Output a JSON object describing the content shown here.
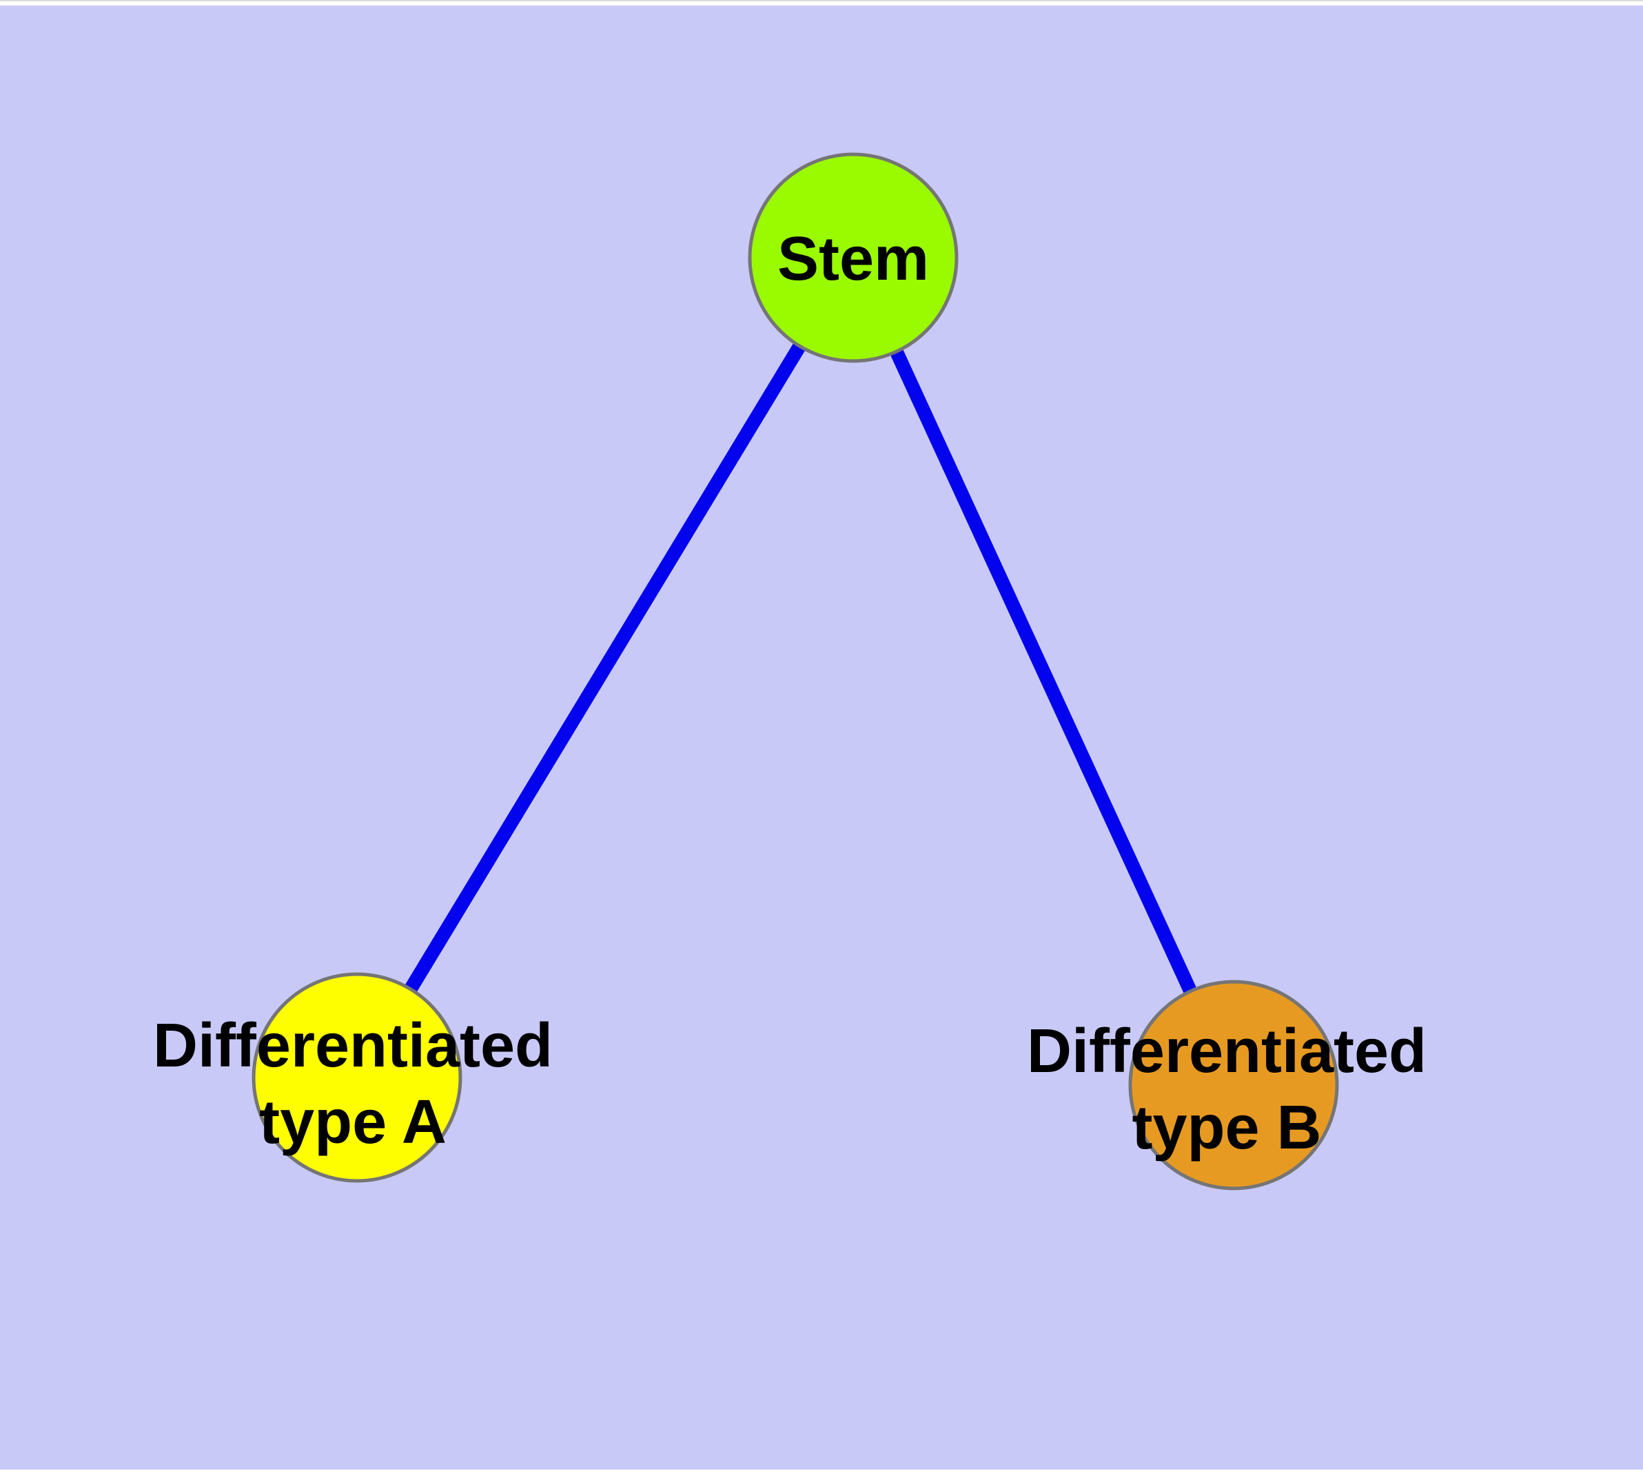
{
  "theme": {
    "background_color": "#c9c9f8",
    "page_margin_color": "#ffffff",
    "frame_line_color": "#dcdcdc",
    "edge_color": "#0303ee",
    "node_border_color": "#757575",
    "text_color": "#000000"
  },
  "nodes": {
    "stem": {
      "label": "Stem",
      "fill": "#9afa00"
    },
    "type_a": {
      "label_line1": "Differentiated",
      "label_line2": "type A",
      "fill": "#fefe00"
    },
    "type_b": {
      "label_line1": "Differentiated",
      "label_line2": "type B",
      "fill": "#e79a22"
    }
  },
  "edges": [
    {
      "from": "Stem",
      "to": "Differentiated type A"
    },
    {
      "from": "Stem",
      "to": "Differentiated type B"
    }
  ]
}
